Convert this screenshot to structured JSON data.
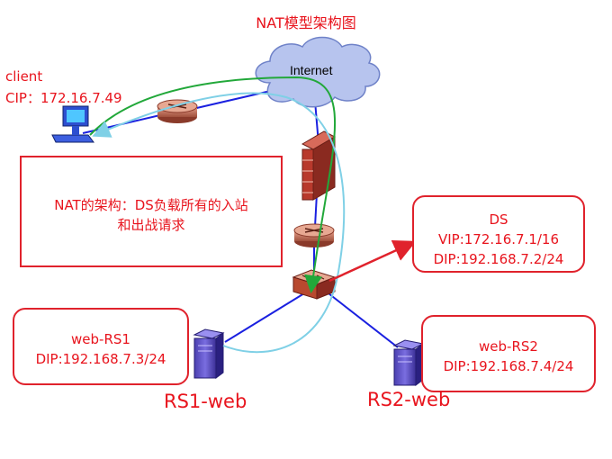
{
  "title": "NAT模型架构图",
  "internet": {
    "label": "Internet"
  },
  "client": {
    "name": "client",
    "ip": "CIP：172.16.7.49"
  },
  "nat_note": {
    "line1": "NAT的架构：DS负载所有的入站",
    "line2": "和出战请求"
  },
  "ds": {
    "name": "DS",
    "vip": "VIP:172.16.7.1/16",
    "dip": "DIP:192.168.7.2/24"
  },
  "rs1": {
    "name": "web-RS1",
    "dip": "DIP:192.168.7.3/24",
    "label": "RS1-web"
  },
  "rs2": {
    "name": "web-RS2",
    "dip": "DIP:192.168.7.4/24",
    "label": "RS2-web"
  },
  "colors": {
    "text": "#e8141d",
    "link": "#1a20e0",
    "inbound": "#22a83a",
    "outbound": "#7fd0e6",
    "arrow": "#e0222c"
  },
  "icons": [
    "cloud-icon",
    "computer-icon",
    "router-icon",
    "firewall-icon",
    "switch-icon",
    "server-icon"
  ]
}
